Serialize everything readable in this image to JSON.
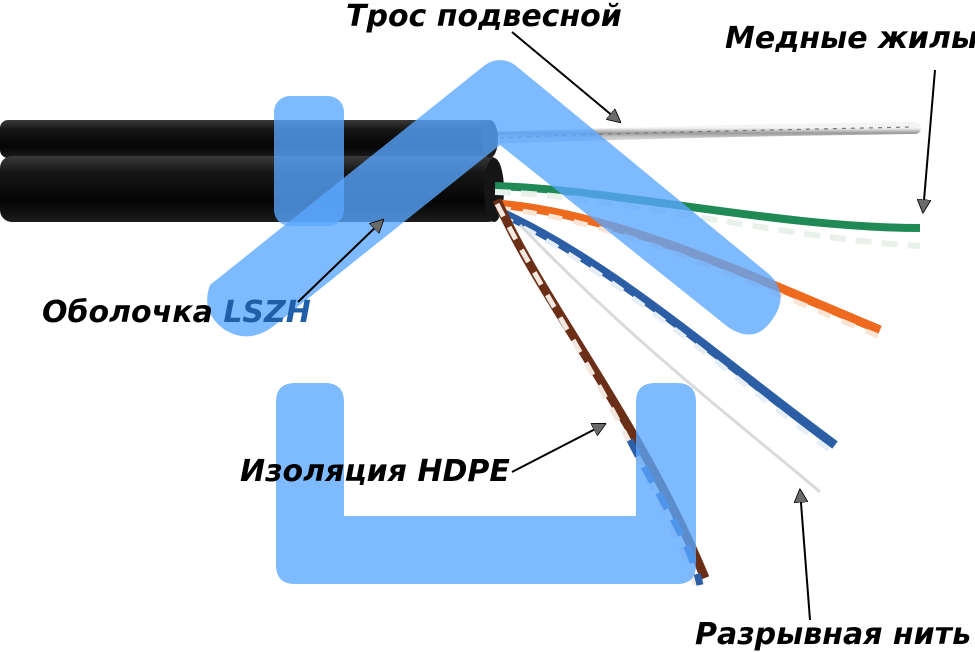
{
  "labels": {
    "suspension_cable": "Трос подвесной",
    "copper_cores": "Медные жилы",
    "sheath_prefix": "Оболочка",
    "sheath_material": "LSZH",
    "insulation": "Изоляция HDPE",
    "ripcord": "Разрывная нить"
  },
  "colors": {
    "cable_jacket": "#0b0b0b",
    "watermark": "#5aa6ff",
    "sheath_material_text": "#1f5fa8",
    "label_text": "#000000"
  },
  "icons": {
    "watermark": "house-logo-icon"
  }
}
